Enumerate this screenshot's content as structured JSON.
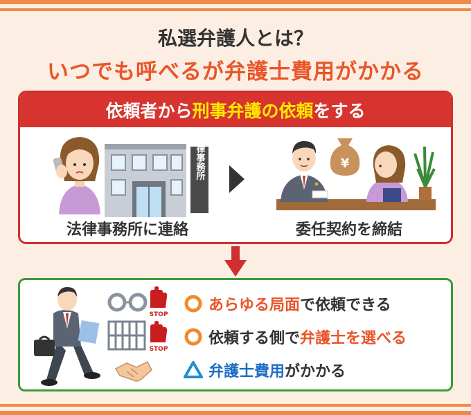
{
  "title": {
    "line1": "私選弁護人とは？",
    "line2": "いつでも呼べるが弁護士費用がかかる"
  },
  "flow": {
    "header_pre": "依頼者から",
    "header_hl": "刑事弁護の依頼",
    "header_post": "をする",
    "office_sign": "法律事務所",
    "currency_symbol": "¥",
    "step1": "法律事務所に連絡",
    "step2": "委任契約を締結"
  },
  "features": {
    "stop_label": "STOP",
    "row1": {
      "hl": "あらゆる局面",
      "rest": "で依頼できる",
      "marker": "circle"
    },
    "row2": {
      "pre": "依頼する側で",
      "hl": "弁護士を選べる",
      "marker": "circle"
    },
    "row3": {
      "hl": "弁護士費用",
      "rest": "がかかる",
      "marker": "triangle"
    }
  },
  "colors": {
    "accent_orange": "#e8562a",
    "header_red": "#d7342f",
    "highlight_yellow": "#ffe800",
    "green_border": "#3a9a3a",
    "blue": "#1f6ec4",
    "background": "#fdeee3"
  }
}
